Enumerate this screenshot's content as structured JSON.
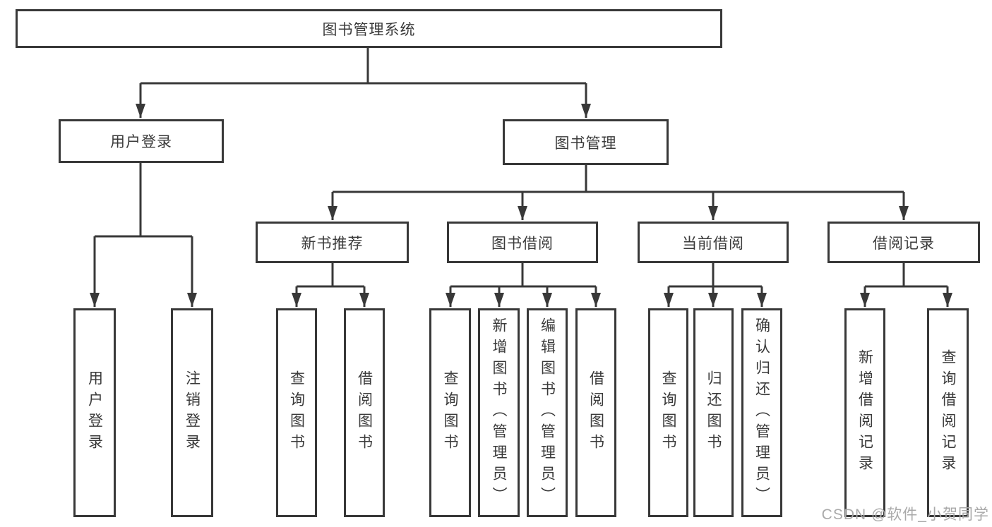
{
  "tree": {
    "label": "图书管理系统",
    "children": [
      {
        "label": "用户登录",
        "children": [
          {
            "label": "用户登录"
          },
          {
            "label": "注销登录"
          }
        ]
      },
      {
        "label": "图书管理",
        "children": [
          {
            "label": "新书推荐",
            "children": [
              {
                "label": "查询图书"
              },
              {
                "label": "借阅图书"
              }
            ]
          },
          {
            "label": "图书借阅",
            "children": [
              {
                "label": "查询图书"
              },
              {
                "label": "新增图书（管理员）"
              },
              {
                "label": "编辑图书（管理员）"
              },
              {
                "label": "借阅图书"
              }
            ]
          },
          {
            "label": "当前借阅",
            "children": [
              {
                "label": "查询图书"
              },
              {
                "label": "归还图书"
              },
              {
                "label": "确认归还（管理员）"
              }
            ]
          },
          {
            "label": "借阅记录",
            "children": [
              {
                "label": "新增借阅记录"
              },
              {
                "label": "查询借阅记录"
              }
            ]
          }
        ]
      }
    ]
  },
  "watermark": {
    "text": "CSDN @软件_小贺同学"
  },
  "colors": {
    "line": "#383838",
    "text": "#3a3a3a",
    "background": "#ffffff",
    "watermark": "#a9a9a9"
  }
}
